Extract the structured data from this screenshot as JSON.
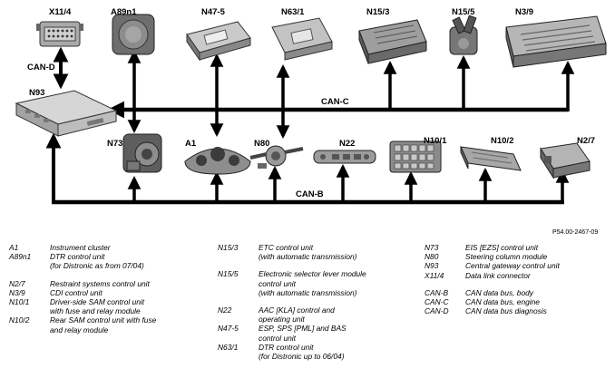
{
  "diagram": {
    "units": [
      {
        "id": "x11_4",
        "label": "X11/4"
      },
      {
        "id": "a89n1",
        "label": "A89n1"
      },
      {
        "id": "n47_5",
        "label": "N47-5"
      },
      {
        "id": "n63_1",
        "label": "N63/1"
      },
      {
        "id": "n15_3",
        "label": "N15/3"
      },
      {
        "id": "n15_5",
        "label": "N15/5"
      },
      {
        "id": "n3_9",
        "label": "N3/9"
      },
      {
        "id": "n93",
        "label": "N93"
      },
      {
        "id": "n73",
        "label": "N73"
      },
      {
        "id": "a1",
        "label": "A1"
      },
      {
        "id": "n80",
        "label": "N80"
      },
      {
        "id": "n22",
        "label": "N22"
      },
      {
        "id": "n10_1",
        "label": "N10/1"
      },
      {
        "id": "n10_2",
        "label": "N10/2"
      },
      {
        "id": "n2_7",
        "label": "N2/7"
      }
    ],
    "buses": [
      {
        "id": "can_d",
        "label": "CAN-D"
      },
      {
        "id": "can_c",
        "label": "CAN-C"
      },
      {
        "id": "can_b",
        "label": "CAN-B"
      }
    ],
    "reference": "P54.00-2467-09"
  },
  "legend": {
    "col1": [
      {
        "code": "A1",
        "desc": "Instrument cluster"
      },
      {
        "code": "A89n1",
        "desc": "DTR control unit\n(for Distronic as from 07/04)"
      },
      {
        "code": "N2/7",
        "desc": "Restraint systems control unit"
      },
      {
        "code": "N3/9",
        "desc": "CDI control unit"
      },
      {
        "code": "N10/1",
        "desc": "Driver-side SAM control unit\nwith fuse and relay module"
      },
      {
        "code": "N10/2",
        "desc": "Rear SAM control unit with fuse\nand relay module"
      }
    ],
    "col2": [
      {
        "code": "N15/3",
        "desc": "ETC control unit\n(with automatic transmission)"
      },
      {
        "code": "N15/5",
        "desc": "Electronic selector lever module\ncontrol unit\n(with automatic transmission)"
      },
      {
        "code": "N22",
        "desc": "AAC [KLA] control and\noperating unit"
      },
      {
        "code": "N47-5",
        "desc": "ESP, SPS [PML] and BAS\ncontrol unit"
      },
      {
        "code": "N63/1",
        "desc": "DTR control unit\n(for Distronic up to 06/04)"
      }
    ],
    "col3": [
      {
        "code": "N73",
        "desc": "EIS [EZS] control unit"
      },
      {
        "code": "N80",
        "desc": "Steering column module"
      },
      {
        "code": "N93",
        "desc": "Central gateway control unit"
      },
      {
        "code": "X11/4",
        "desc": "Data link connector"
      },
      {
        "code": "CAN-B",
        "desc": "CAN data bus, body"
      },
      {
        "code": "CAN-C",
        "desc": "CAN data bus, engine"
      },
      {
        "code": "CAN-D",
        "desc": "CAN data bus diagnosis"
      }
    ]
  }
}
